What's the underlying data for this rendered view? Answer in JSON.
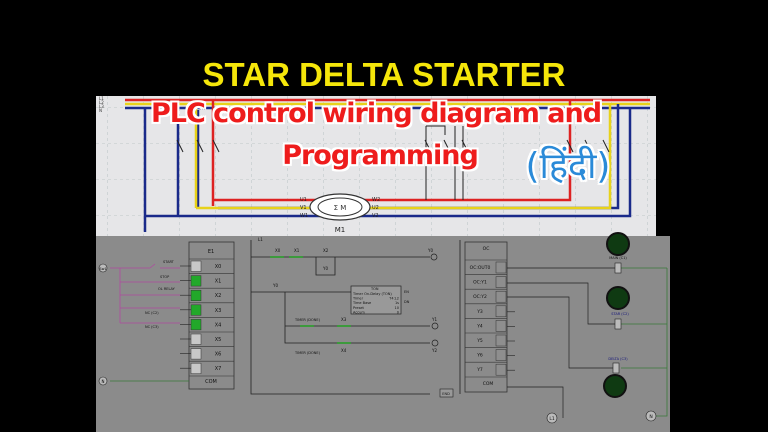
{
  "title": "STAR DELTA STARTER",
  "subtitle_line1": "PLC control wiring diagram and",
  "subtitle_line2": "Programming",
  "subtitle_hindi": "(हिंदी)",
  "power_circuit": {
    "lines": [
      "L1",
      "L2",
      "L3",
      "N"
    ],
    "motor": "M1",
    "motor_symbol": "Σ M",
    "terminals_left": [
      "U1",
      "V1",
      "W1"
    ],
    "terminals_right": [
      "W2",
      "U2",
      "V2"
    ]
  },
  "input_module": {
    "name": "E1",
    "channels": [
      "X0",
      "X1",
      "X2",
      "X3",
      "X4",
      "X5",
      "X6",
      "X7"
    ],
    "active": [
      false,
      true,
      true,
      true,
      true,
      false,
      false,
      false
    ],
    "common": "COM",
    "devices": [
      "START",
      "STOP",
      "OL RELAY",
      "NC (C2)",
      "NC (C3)"
    ],
    "supply_left_top": "Sw1",
    "supply_left_bottom": "N"
  },
  "ladder": {
    "rail": "L1",
    "rung1": [
      "X0",
      "X1",
      "X2",
      "Y0",
      "Y0"
    ],
    "rung2_contact": "Y0",
    "ton": {
      "header": "TON",
      "rows": [
        [
          "Timer On-Delay (TON)",
          ""
        ],
        [
          "Timer",
          "T4:L2"
        ],
        [
          "Time Base",
          "1s"
        ],
        [
          "Preset",
          "10"
        ],
        [
          "Accum",
          "0"
        ]
      ],
      "outputs": [
        "EN",
        "DN"
      ]
    },
    "rung3": [
      "TIMER (DONE)",
      "X3",
      "Y1"
    ],
    "rung4": [
      "TIMER (DONE)",
      "X4",
      "Y2"
    ],
    "end": "END"
  },
  "output_module": {
    "name": "OC",
    "channels": [
      "OC:OUT0",
      "OC:Y1",
      "OC:Y2",
      "Y3",
      "Y4",
      "Y5",
      "Y6",
      "Y7"
    ],
    "common": "COM"
  },
  "loads": [
    "MAIN (C1)",
    "STAR (C2)",
    "DELTA (C3)"
  ],
  "terminals": [
    "L1",
    "N"
  ],
  "colors": {
    "title": "#f5e60a",
    "subtitle": "#ee1c1c",
    "hindi": "#2a8ad8",
    "active_input": "#22a82a",
    "lamp": "#0f3a12"
  }
}
